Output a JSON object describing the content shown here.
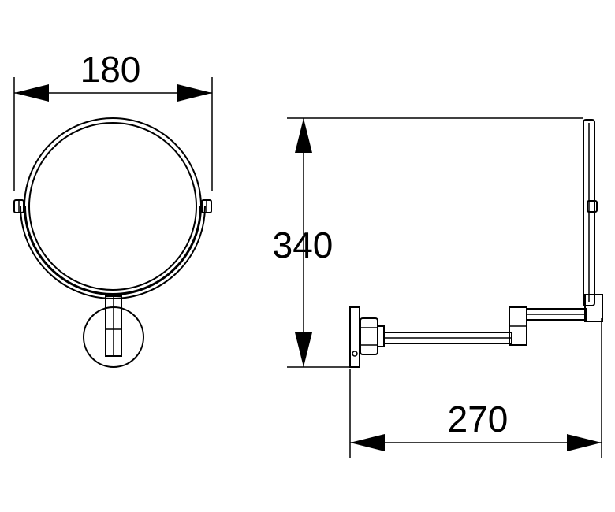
{
  "dimensions": {
    "mirror_width": "180",
    "overall_height": "340",
    "projection": "270"
  },
  "colors": {
    "line": "#000000",
    "background": "#ffffff"
  }
}
